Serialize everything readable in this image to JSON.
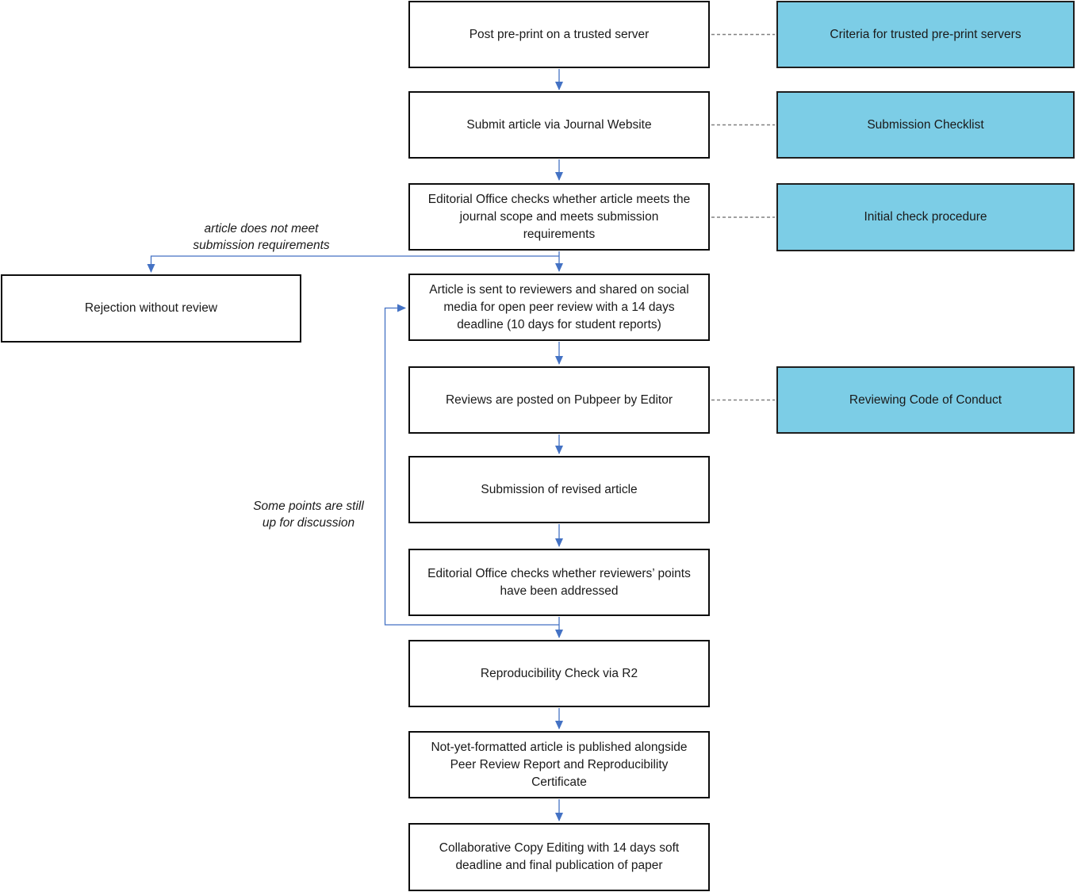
{
  "diagram": {
    "description": "Journal open peer review publication workflow flowchart",
    "colors": {
      "flow_node_fill": "#FFFFFF",
      "flow_node_border": "#0D0D0D",
      "side_note_fill": "#7CCDE6",
      "arrow_color": "#4472C4",
      "dashed_connector_color": "#808080",
      "text_color": "#1A1A1A"
    },
    "main_flow": [
      {
        "label": "Post pre-print on a trusted server"
      },
      {
        "label": "Submit article via Journal Website"
      },
      {
        "label": "Editorial Office checks whether article meets the journal scope and meets submission requirements"
      },
      {
        "label": "Article is sent to reviewers and shared on social media for open peer review with a 14 days deadline (10 days for student reports)"
      },
      {
        "label": "Reviews are posted on Pubpeer by Editor"
      },
      {
        "label": "Submission of revised article"
      },
      {
        "label": "Editorial Office checks whether reviewers’ points have been addressed"
      },
      {
        "label": "Reproducibility Check via R2"
      },
      {
        "label": "Not-yet-formatted article is published alongside Peer Review Report and Reproducibility Certificate"
      },
      {
        "label": "Collaborative Copy Editing with 14 days soft deadline and final publication of paper"
      }
    ],
    "side_notes": [
      {
        "label": "Criteria for trusted pre-print servers"
      },
      {
        "label": "Submission Checklist"
      },
      {
        "label": "Initial check procedure"
      },
      {
        "label": "Reviewing Code of Conduct"
      }
    ],
    "rejection_node": {
      "label": "Rejection without review"
    },
    "annotations": [
      {
        "label": "article does not meet\nsubmission requirements"
      },
      {
        "label": "Some points are still\nup for discussion"
      }
    ]
  }
}
